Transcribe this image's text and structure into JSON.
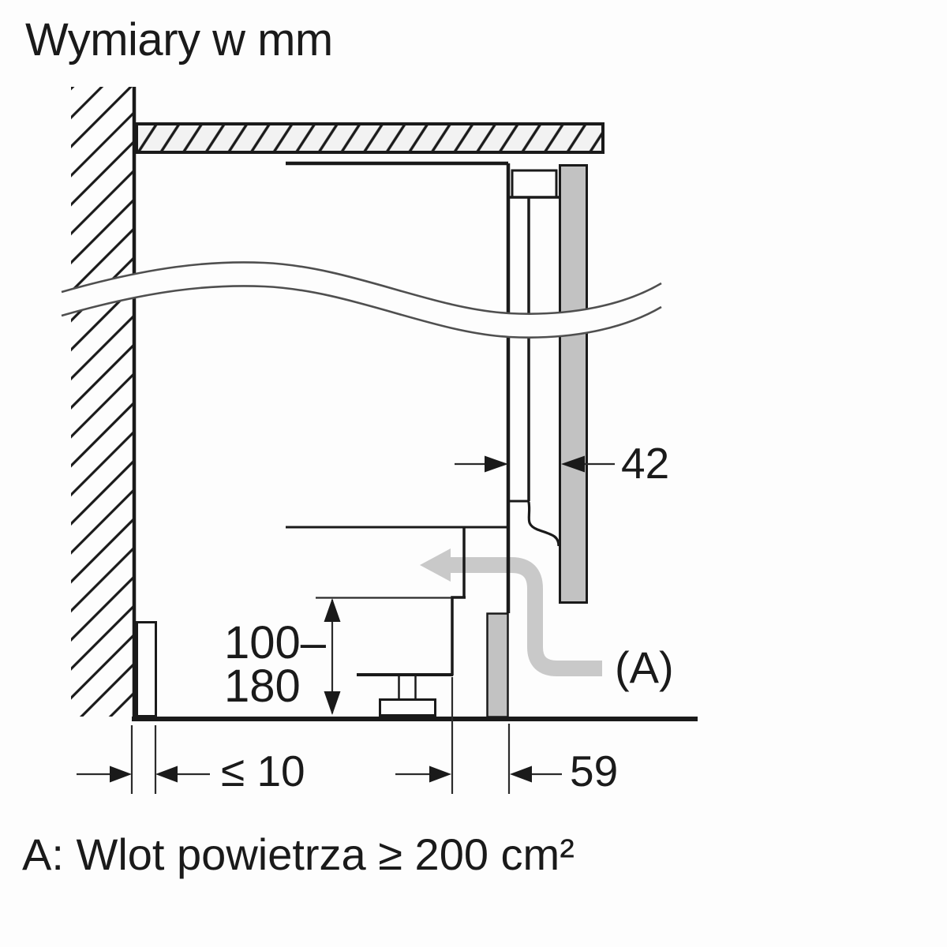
{
  "title": "Wymiary w mm",
  "footnote": "A: Wlot powietrza ≥ 200 cm²",
  "dimensions": {
    "door_panel_gap": "42",
    "recess_range_line1": "100–",
    "recess_range_line2": "180",
    "wall_gap": "≤ 10",
    "vent_clearance": "59",
    "air_inlet_ref": "(A)"
  },
  "colors": {
    "line": "#1a1a1a",
    "dimension_line": "#2b2b2b",
    "wave_line": "#4f4f4f",
    "panel_fill": "#c2c2c2",
    "airflow_fill": "#c9c9c9",
    "worktop_fill": "#f2f2f2",
    "background": "#fdfdfd"
  }
}
